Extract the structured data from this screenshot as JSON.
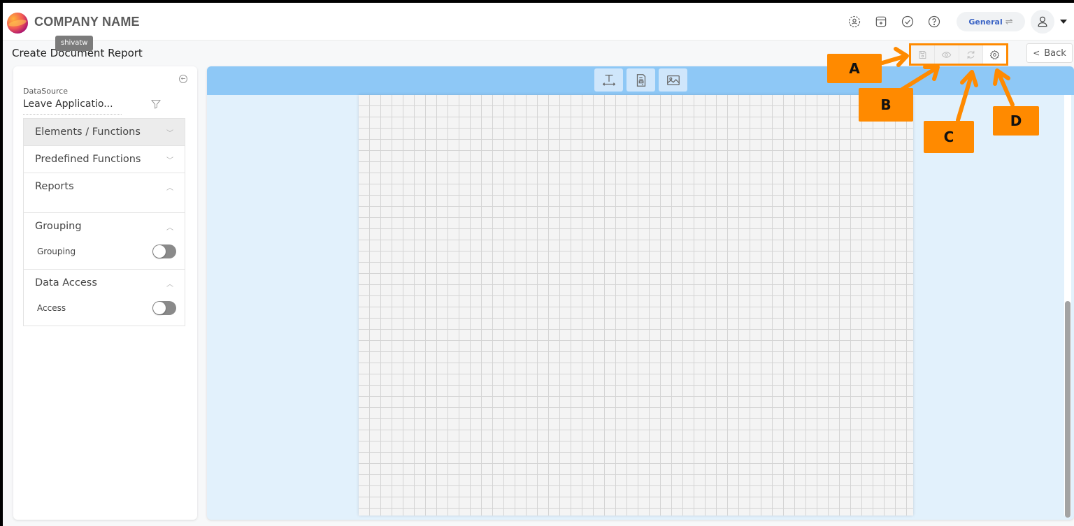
{
  "header": {
    "company_name": "COMPANY NAME",
    "tooltip": "shivatw",
    "icons": [
      "settings-user-icon",
      "store-icon",
      "check-circle-icon",
      "help-icon"
    ],
    "workspace_switch": {
      "label": "General",
      "icon": "⇌"
    },
    "user_menu_icon": "user-icon"
  },
  "page": {
    "title": "Create Document Report",
    "back_label": "Back"
  },
  "toolbar": {
    "buttons": [
      {
        "name": "save",
        "icon": "save-icon",
        "enabled": false
      },
      {
        "name": "preview",
        "icon": "eye-icon",
        "enabled": false
      },
      {
        "name": "refresh",
        "icon": "refresh-icon",
        "enabled": false
      },
      {
        "name": "settings",
        "icon": "gear-icon",
        "enabled": true
      }
    ]
  },
  "left_panel": {
    "datasource_label": "DataSource",
    "datasource_value": "Leave Applicatio...",
    "sections": [
      {
        "title": "Elements / Functions",
        "expanded": false,
        "arrow": "﹀"
      },
      {
        "title": "Predefined Functions",
        "expanded": false,
        "arrow": "﹀"
      },
      {
        "title": "Reports",
        "expanded": true,
        "arrow": "︿"
      },
      {
        "title": "Grouping",
        "expanded": true,
        "arrow": "︿",
        "toggle_label": "Grouping",
        "toggle_on": false
      },
      {
        "title": "Data Access",
        "expanded": true,
        "arrow": "︿",
        "toggle_label": "Access",
        "toggle_on": false
      }
    ]
  },
  "canvas_toolbar": {
    "tools": [
      "text-resize-icon",
      "document-icon",
      "image-icon"
    ]
  },
  "annotations": [
    {
      "label": "A",
      "target": "save"
    },
    {
      "label": "B",
      "target": "preview"
    },
    {
      "label": "C",
      "target": "refresh"
    },
    {
      "label": "D",
      "target": "settings"
    }
  ],
  "colors": {
    "accent_orange": "#ff8a00",
    "canvas_toolbar": "#8ec8f6",
    "workspace_bg": "#e2f1fc",
    "general_text": "#3a63c5"
  }
}
